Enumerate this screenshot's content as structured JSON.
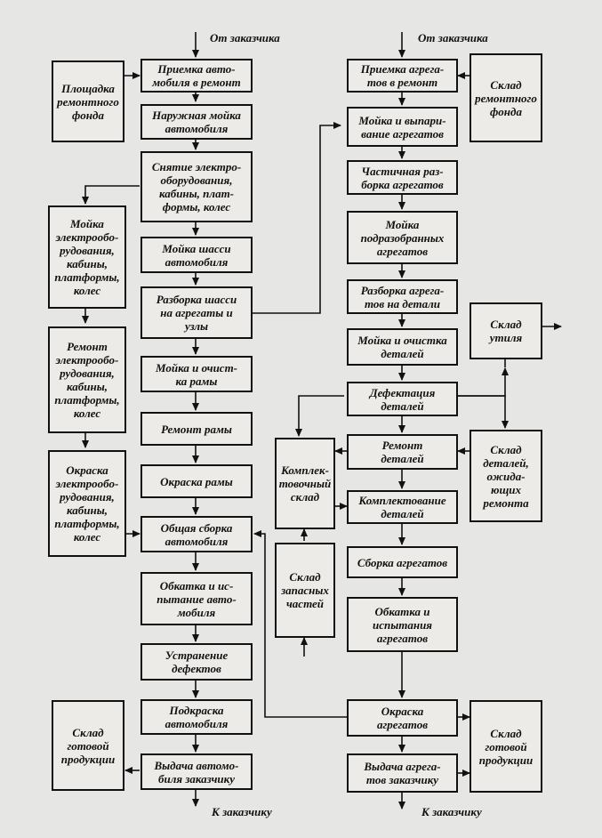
{
  "labels": {
    "from_left": "От заказчика",
    "from_right": "От заказчика",
    "to_left": "К заказчику",
    "to_right": "К заказчику"
  },
  "left": {
    "side": [
      "Площадка\nремонтного\nфонда",
      "Мойка\nэлектрообо-\nрудования,\nкабины,\nплатформы,\nколес",
      "Ремонт\nэлектрообо-\nрудования,\nкабины,\nплатформы,\nколес",
      "Окраска\nэлектрообо-\nрудования,\nкабины,\nплатформы,\nколес",
      "Склад\nготовой\nпродукции"
    ],
    "main": [
      "Приемка авто-\nмобиля в ремонт",
      "Наружная мойка\nавтомобиля",
      "Снятие электро-\nоборудования,\nкабины, плат-\nформы, колес",
      "Мойка шасси\nавтомобиля",
      "Разборка шасси\nна агрегаты и\nузлы",
      "Мойка и очист-\nка рамы",
      "Ремонт рамы",
      "Окраска рамы",
      "Общая сборка\nавтомобиля",
      "Обкатка и ис-\nпытание авто-\nмобиля",
      "Устранение\nдефектов",
      "Подкраска\nавтомобиля",
      "Выдача автомо-\nбиля заказчику"
    ]
  },
  "right": {
    "main": [
      "Приемка агрега-\nтов в ремонт",
      "Мойка и выпари-\nвание агрегатов",
      "Частичная раз-\nборка агрегатов",
      "Мойка\nподразобранных\nагрегатов",
      "Разборка агрега-\nтов на детали",
      "Мойка и очистка\nдеталей",
      "Дефектация\nдеталей",
      "Ремонт\nдеталей",
      "Комплектование\nдеталей",
      "Сборка агрегатов",
      "Обкатка и\nиспытания\nагрегатов",
      "Окраска\nагрегатов",
      "Выдача агрега-\nтов заказчику"
    ],
    "side": [
      "Склад\nремонтного\nфонда",
      "Склад\nутиля",
      "Склад\nдеталей,\nожида-\nющих\nремонта",
      "Склад\nготовой\nпродукции"
    ],
    "complect": "Комплек-\nтовочный\nсклад",
    "spare": "Склад\nзапасных\nчастей"
  }
}
